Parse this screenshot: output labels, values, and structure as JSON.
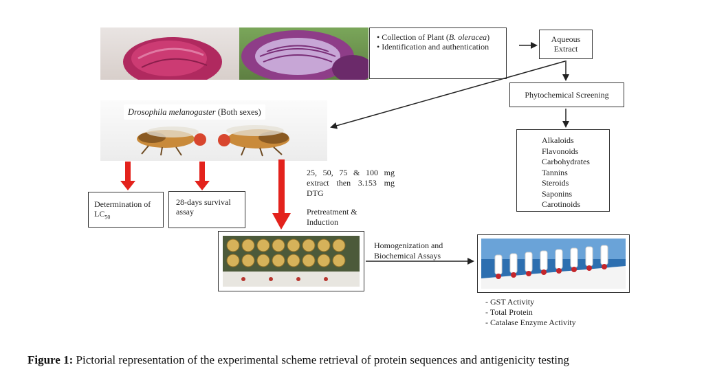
{
  "collection_box": {
    "item1_prefix": "Collection of Plant (",
    "item1_italic": "B. oleracea",
    "item1_suffix": ")",
    "item2": "Identification and authentication"
  },
  "aqueous_extract": "Aqueous Extract",
  "phytochemical_screening": "Phytochemical Screening",
  "phytochemicals": [
    "Alkaloids",
    "Flavonoids",
    "Carbohydrates",
    "Tannins",
    "Steroids",
    "Saponins",
    "Carotinoids"
  ],
  "drosophila_label_italic": "Drosophila melanogaster",
  "drosophila_label_rest": " (Both sexes)",
  "lc50_prefix": "Determination of LC",
  "lc50_sub": "50",
  "survival_assay": "28-days survival assay",
  "dose_text": "25, 50, 75 & 100 mg extract then 3.153 mg DTG",
  "pretreatment": "Pretreatment & Induction",
  "homogenization": "Homogenization and Biochemical Assays",
  "assays": [
    "- GST Activity",
    "- Total Protein",
    "- Catalase Enzyme Activity"
  ],
  "caption": {
    "label": "Figure 1:",
    "text": " Pictorial representation of the experimental scheme retrieval of protein sequences and antigenicity testing"
  },
  "colors": {
    "arrow_red": "#e3221c",
    "cabbage": "#9b2a5a",
    "fly_body": "#c98a3a"
  }
}
